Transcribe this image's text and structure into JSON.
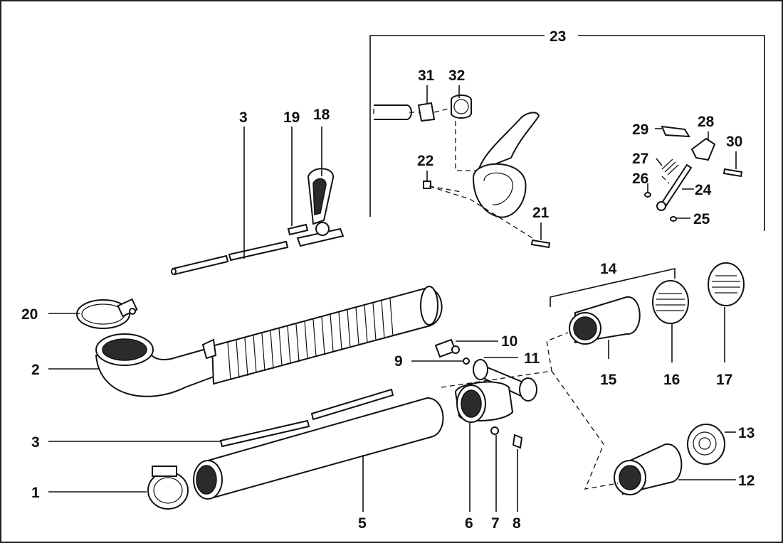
{
  "callouts": [
    {
      "id": "n1",
      "label": "1"
    },
    {
      "id": "n2",
      "label": "2"
    },
    {
      "id": "n3a",
      "label": "3"
    },
    {
      "id": "n3b",
      "label": "3"
    },
    {
      "id": "n5",
      "label": "5"
    },
    {
      "id": "n6",
      "label": "6"
    },
    {
      "id": "n7",
      "label": "7"
    },
    {
      "id": "n8",
      "label": "8"
    },
    {
      "id": "n9",
      "label": "9"
    },
    {
      "id": "n10",
      "label": "10"
    },
    {
      "id": "n11",
      "label": "11"
    },
    {
      "id": "n12",
      "label": "12"
    },
    {
      "id": "n13",
      "label": "13"
    },
    {
      "id": "n14",
      "label": "14"
    },
    {
      "id": "n15",
      "label": "15"
    },
    {
      "id": "n16",
      "label": "16"
    },
    {
      "id": "n17",
      "label": "17"
    },
    {
      "id": "n18",
      "label": "18"
    },
    {
      "id": "n19",
      "label": "19"
    },
    {
      "id": "n20",
      "label": "20"
    },
    {
      "id": "n21",
      "label": "21"
    },
    {
      "id": "n22",
      "label": "22"
    },
    {
      "id": "n23",
      "label": "23"
    },
    {
      "id": "n24",
      "label": "24"
    },
    {
      "id": "n25",
      "label": "25"
    },
    {
      "id": "n26",
      "label": "26"
    },
    {
      "id": "n27",
      "label": "27"
    },
    {
      "id": "n28",
      "label": "28"
    },
    {
      "id": "n29",
      "label": "29"
    },
    {
      "id": "n30",
      "label": "30"
    },
    {
      "id": "n31",
      "label": "31"
    },
    {
      "id": "n32",
      "label": "32"
    }
  ]
}
